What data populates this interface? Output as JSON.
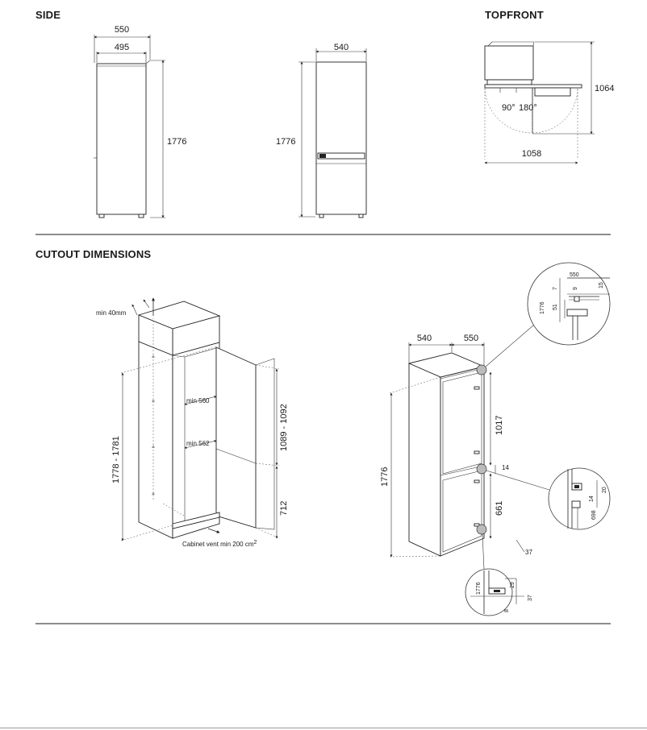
{
  "headings": {
    "side": "SIDE",
    "topfront": "TOPFRONT",
    "cutout": "CUTOUT DIMENSIONS"
  },
  "side_view": {
    "width_outer": "550",
    "width_inner": "495",
    "height": "1776"
  },
  "front_view": {
    "width": "540",
    "height": "1776"
  },
  "top_view": {
    "depth": "1064",
    "width": "1058",
    "angle_90": "90°",
    "angle_180": "180°"
  },
  "cutout_left": {
    "min_top_gap": "min 40mm",
    "height_range": "1778 - 1781",
    "min_560": "min 560",
    "min_562": "min 562",
    "upper_range": "1089 - 1092",
    "lower": "712",
    "vent_note": "Cabinet vent min 200 cm",
    "vent_sup": "2"
  },
  "cutout_right": {
    "width_540": "540",
    "depth_550": "550",
    "height": "1776",
    "upper": "1017",
    "lower": "661",
    "gap_14": "14",
    "gap_37": "37"
  },
  "detail_top": {
    "w": "550",
    "v7": "7",
    "v9": "9",
    "v15": "15",
    "v51": "51",
    "h": "1776"
  },
  "detail_mid": {
    "v20": "20",
    "v14": "14",
    "v698": "698"
  },
  "detail_bottom": {
    "h": "1776",
    "v29": "29",
    "v37": "37",
    "v8": "8"
  }
}
